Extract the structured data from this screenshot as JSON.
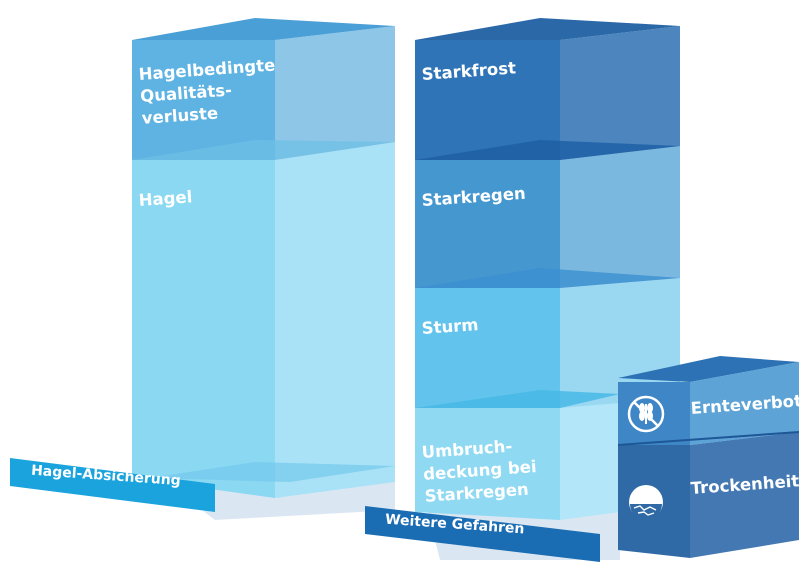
{
  "left_column": {
    "segments": [
      {
        "label_lines": [
          "Hagelbedingte",
          "Qualitäts-",
          "verluste"
        ]
      },
      {
        "label_lines": [
          "Hagel"
        ]
      }
    ],
    "base_label": "Hagel-Absicherung"
  },
  "right_column": {
    "segments": [
      {
        "label_lines": [
          "Starkfrost"
        ]
      },
      {
        "label_lines": [
          "Starkregen"
        ]
      },
      {
        "label_lines": [
          "Sturm"
        ]
      },
      {
        "label_lines": [
          "Umbruch-",
          "deckung bei",
          "Starkregen"
        ]
      }
    ],
    "base_label": "Weitere Gefahren"
  },
  "side_cube": {
    "segments": [
      {
        "label": "Ernteverbot",
        "icon": "no-harvest-icon"
      },
      {
        "label": "Trockenheit",
        "icon": "dry-soil-icon"
      }
    ]
  },
  "colors": {
    "light_blue": "#7fd3f0",
    "mid_blue": "#4aa0d4",
    "dark_blue": "#2d6fae",
    "banner_cyan": "#1aa3dc",
    "banner_navy": "#1b6db3"
  }
}
